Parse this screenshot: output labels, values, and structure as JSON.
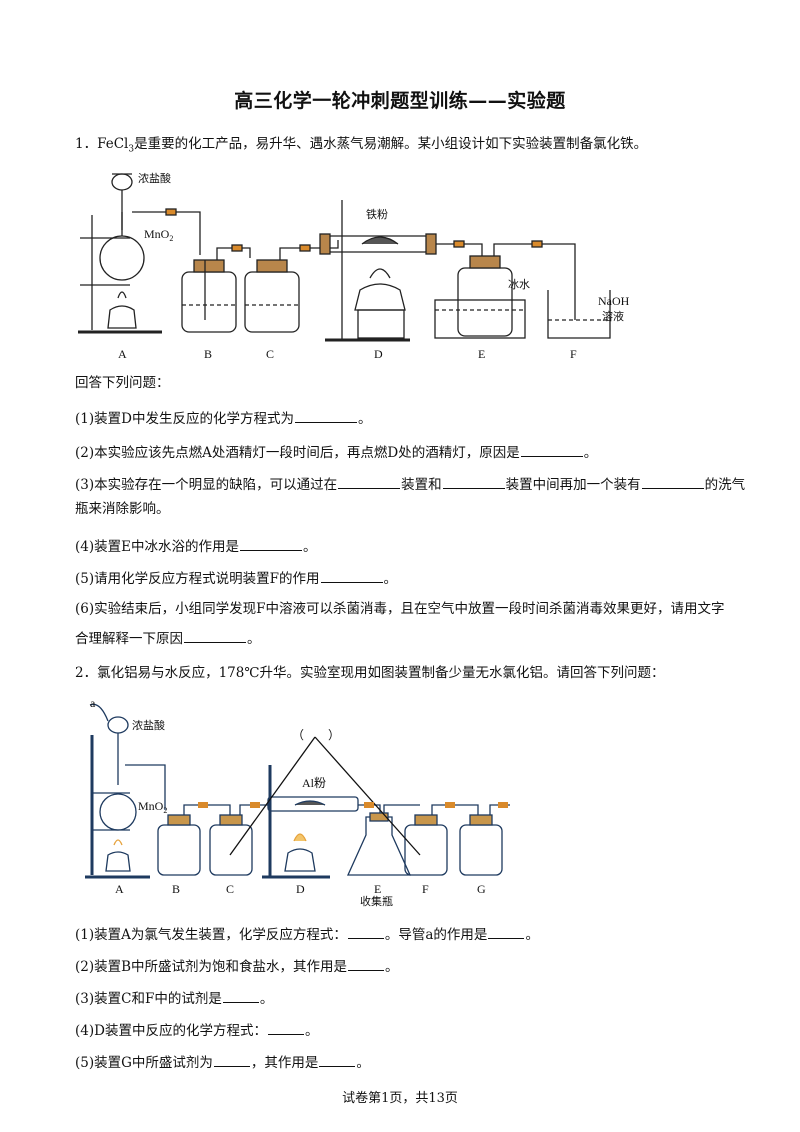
{
  "title": "高三化学一轮冲刺题型训练——实验题",
  "q1": {
    "stem_pre": "1．FeCl",
    "stem_sub": "3",
    "stem_post": "是重要的化工产品，易升华、遇水蒸气易潮解。某小组设计如下实验装置制备氯化铁。",
    "figure": {
      "hcl": "浓盐酸",
      "mno2": "MnO",
      "mno2_sub": "2",
      "fe": "铁粉",
      "ice": "冰水",
      "naoh": "NaOH",
      "sol": "溶液",
      "labels": [
        "A",
        "B",
        "C",
        "D",
        "E",
        "F"
      ]
    },
    "answer_intro": "回答下列问题：",
    "sub1_pre": "(1)装置D中发生反应的化学方程式为",
    "sub1_post": "。",
    "sub2_pre": "(2)本实验应该先点燃A处酒精灯一段时间后，再点燃D处的酒精灯，原因是",
    "sub2_post": "。",
    "sub3_a": "(3)本实验存在一个明显的缺陷，可以通过在",
    "sub3_b": "装置和",
    "sub3_c": "装置中间再加一个装有",
    "sub3_d": "的洗气",
    "sub3_e": "瓶来消除影响。",
    "sub4_pre": "(4)装置E中冰水浴的作用是",
    "sub4_post": "。",
    "sub5_pre": "(5)请用化学反应方程式说明装置F的作用",
    "sub5_post": "。",
    "sub6_a": "(6)实验结束后，小组同学发现F中溶液可以杀菌消毒，且在空气中放置一段时间杀菌消毒效果更好，请用文字",
    "sub6_b": "合理解释一下原因",
    "sub6_post": "。"
  },
  "q2": {
    "stem": "2．氯化铝易与水反应，178℃升华。实验室现用如图装置制备少量无水氯化铝。请回答下列问题：",
    "figure": {
      "a": "a",
      "hcl": "浓盐酸",
      "mno2": "MnO",
      "mno2_sub": "2",
      "al": "Al粉",
      "paren": "（　　）",
      "collect": "收集瓶",
      "labels": [
        "A",
        "B",
        "C",
        "D",
        "E",
        "F",
        "G"
      ]
    },
    "sub1_a": "(1)装置A为氯气发生装置，化学反应方程式：",
    "sub1_b": "。导管a的作用是",
    "sub1_post": "。",
    "sub2_pre": "(2)装置B中所盛试剂为饱和食盐水，其作用是",
    "sub2_post": "。",
    "sub3_pre": "(3)装置C和F中的试剂是",
    "sub3_post": "。",
    "sub4_pre": "(4)D装置中反应的化学方程式：",
    "sub4_post": "。",
    "sub5_a": "(5)装置G中所盛试剂为",
    "sub5_b": "，其作用是",
    "sub5_post": "。"
  },
  "footer": "试卷第1页，共13页"
}
